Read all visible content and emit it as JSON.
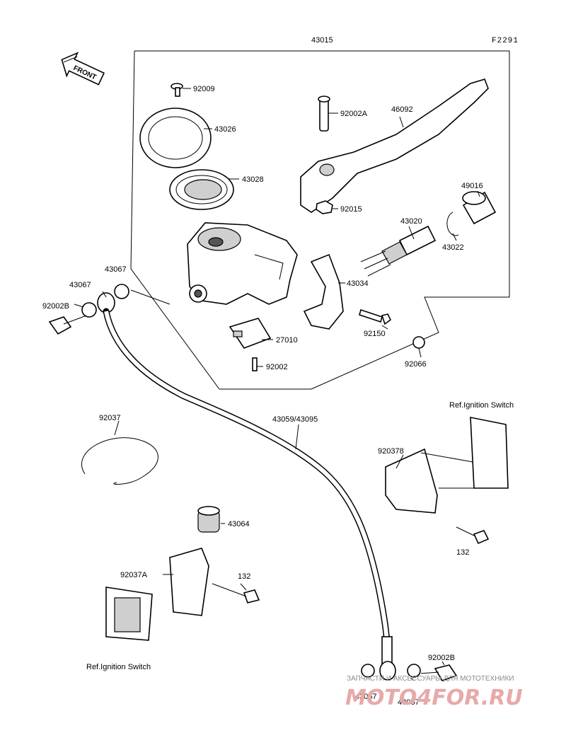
{
  "header": {
    "figure_id": "F2291",
    "assembly_number": "43015"
  },
  "front_badge": "FRONT",
  "parts": [
    {
      "id": "p-92009",
      "label": "92009"
    },
    {
      "id": "p-43026",
      "label": "43026"
    },
    {
      "id": "p-43028",
      "label": "43028"
    },
    {
      "id": "p-92002A",
      "label": "92002A"
    },
    {
      "id": "p-46092",
      "label": "46092"
    },
    {
      "id": "p-92015",
      "label": "92015"
    },
    {
      "id": "p-49016",
      "label": "49016"
    },
    {
      "id": "p-43020",
      "label": "43020"
    },
    {
      "id": "p-43022",
      "label": "43022"
    },
    {
      "id": "p-43034",
      "label": "43034"
    },
    {
      "id": "p-92150",
      "label": "92150"
    },
    {
      "id": "p-92066",
      "label": "92066"
    },
    {
      "id": "p-27010",
      "label": "27010"
    },
    {
      "id": "p-92002",
      "label": "92002"
    },
    {
      "id": "p-43067-a",
      "label": "43067"
    },
    {
      "id": "p-43067-b",
      "label": "43067"
    },
    {
      "id": "p-92002B-a",
      "label": "92002B"
    },
    {
      "id": "p-92037",
      "label": "92037"
    },
    {
      "id": "p-43059",
      "label": "43059/43095"
    },
    {
      "id": "p-920378",
      "label": "920378"
    },
    {
      "id": "p-132-a",
      "label": "132"
    },
    {
      "id": "p-43064",
      "label": "43064"
    },
    {
      "id": "p-92037A",
      "label": "92037A"
    },
    {
      "id": "p-132-b",
      "label": "132"
    },
    {
      "id": "p-92002B-b",
      "label": "92002B"
    },
    {
      "id": "p-43067-c",
      "label": "43067"
    },
    {
      "id": "p-43067-d",
      "label": "43067"
    }
  ],
  "references": {
    "ignition_top": "Ref.Ignition Switch",
    "ignition_bottom": "Ref.Ignition Switch"
  },
  "watermark": {
    "top_line": "ЗАПЧАСТИ И АКСЕССУАРЫ ДЛЯ МОТОТЕХНИКИ",
    "brand": "MOTO4FOR.RU"
  }
}
